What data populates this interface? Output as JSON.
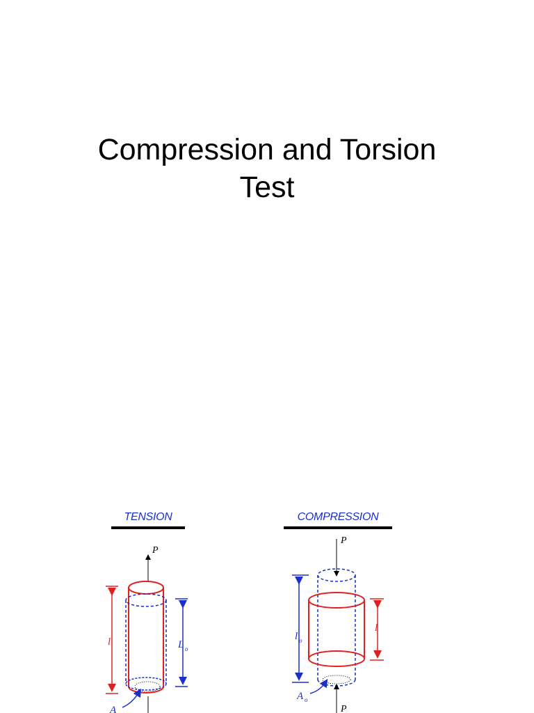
{
  "slide": {
    "title_line1": "Compression and Torsion",
    "title_line2": "Test"
  },
  "figures": {
    "tension": {
      "label": "TENSION",
      "force": "P",
      "length": "l",
      "original_length": "L",
      "original_length_sub": "o",
      "area": "A"
    },
    "compression": {
      "label": "COMPRESSION",
      "force_top": "P",
      "force_bottom": "P",
      "length": "l",
      "original_length": "l",
      "original_length_sub": "o",
      "area": "A",
      "area_sub": "o"
    }
  },
  "colors": {
    "deformed": "#e02020",
    "original": "#1a2fcc",
    "text": "#000000"
  }
}
